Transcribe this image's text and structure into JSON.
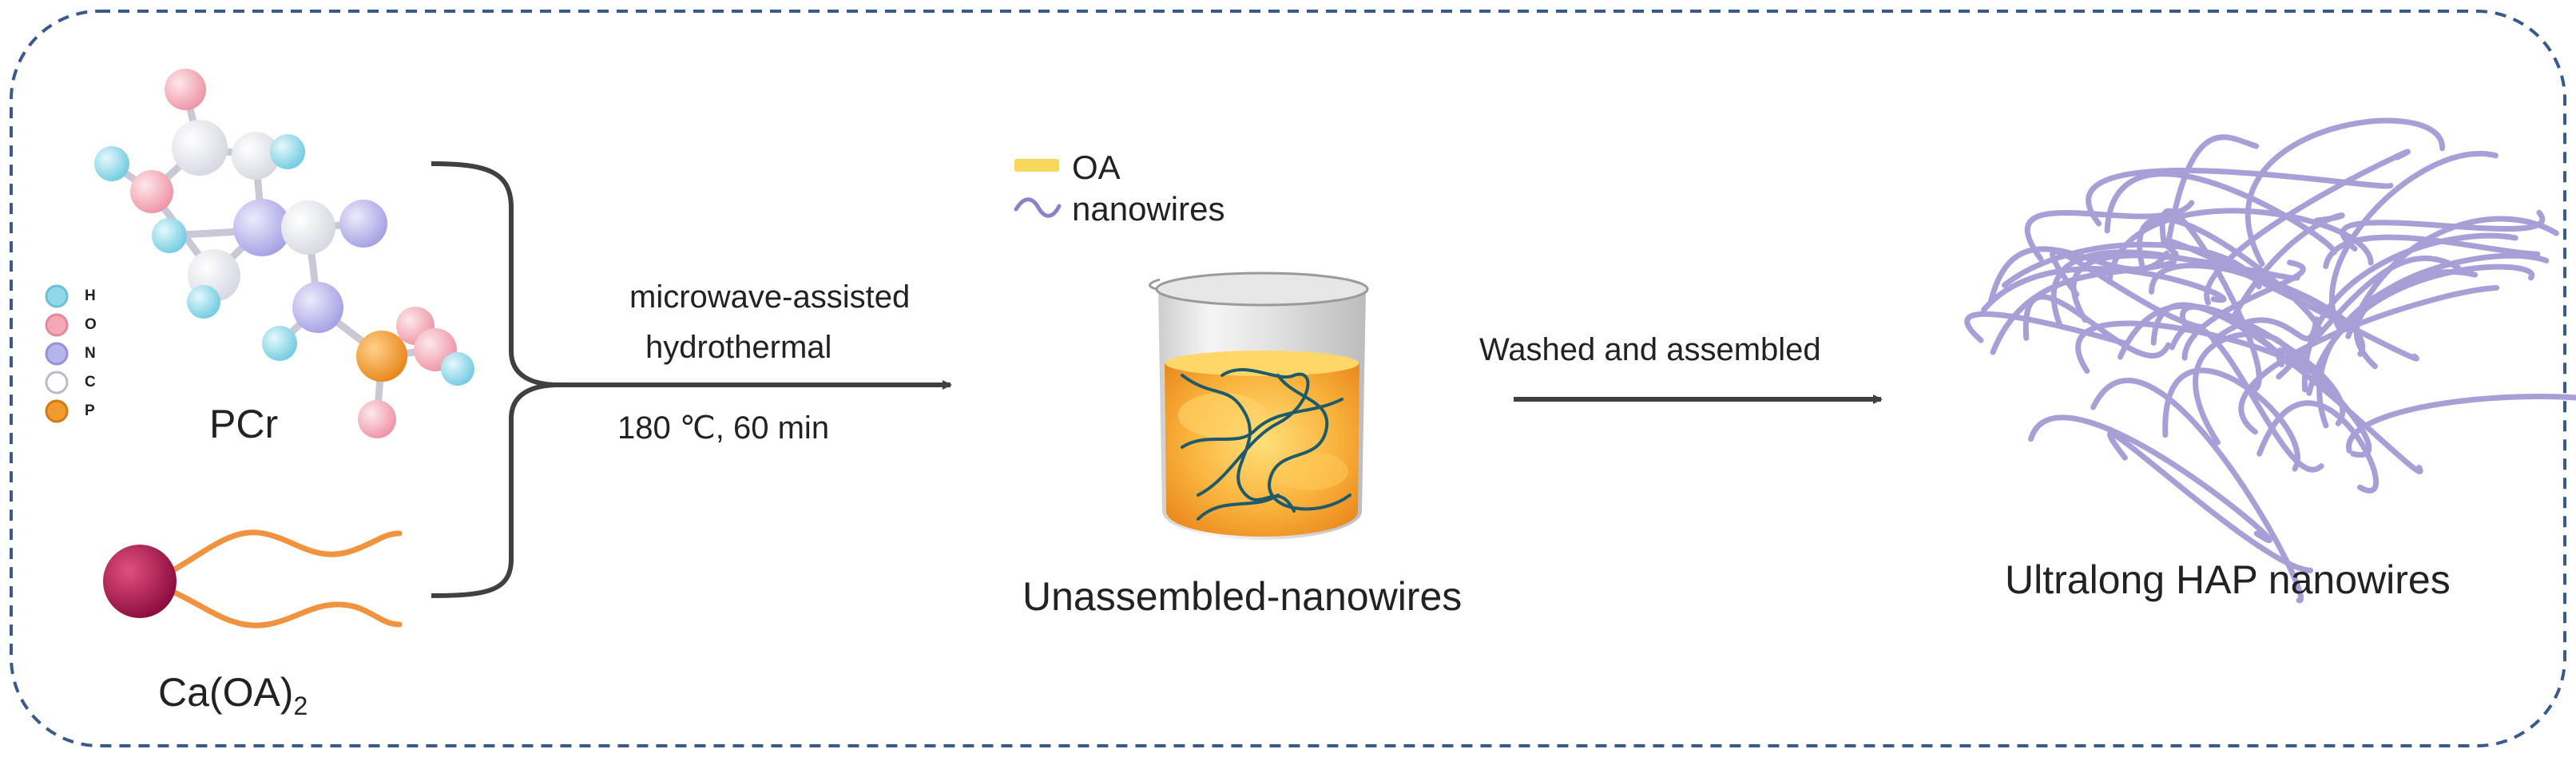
{
  "legend_atoms": [
    {
      "symbol": "H",
      "color": "#8fd9ea"
    },
    {
      "symbol": "O",
      "color": "#f2a9b5"
    },
    {
      "symbol": "N",
      "color": "#b7b4ec"
    },
    {
      "symbol": "C",
      "color": "#ffffff"
    },
    {
      "symbol": "P",
      "color": "#f39a2e"
    }
  ],
  "precursors": {
    "pcr_label": "PCr",
    "caoa_label_main": "Ca(OA)",
    "caoa_label_sub": "2"
  },
  "step1": {
    "line1": "microwave-assisted",
    "line2": "hydrothermal",
    "conditions": "180 ℃, 60 min"
  },
  "beaker_legend": {
    "oa_label": "OA",
    "nanowires_label": "nanowires"
  },
  "beaker_caption": "Unassembled-nanowires",
  "step2": {
    "label": "Washed and assembled"
  },
  "product_caption": "Ultralong HAP nanowires",
  "colors": {
    "border": "#3a5a8c",
    "arrow": "#404040",
    "nanowire": "#a89fd6",
    "oa_legend": "#f7d85a",
    "oleate_chain": "#f0923e",
    "ca_ball": "#b0134f"
  }
}
